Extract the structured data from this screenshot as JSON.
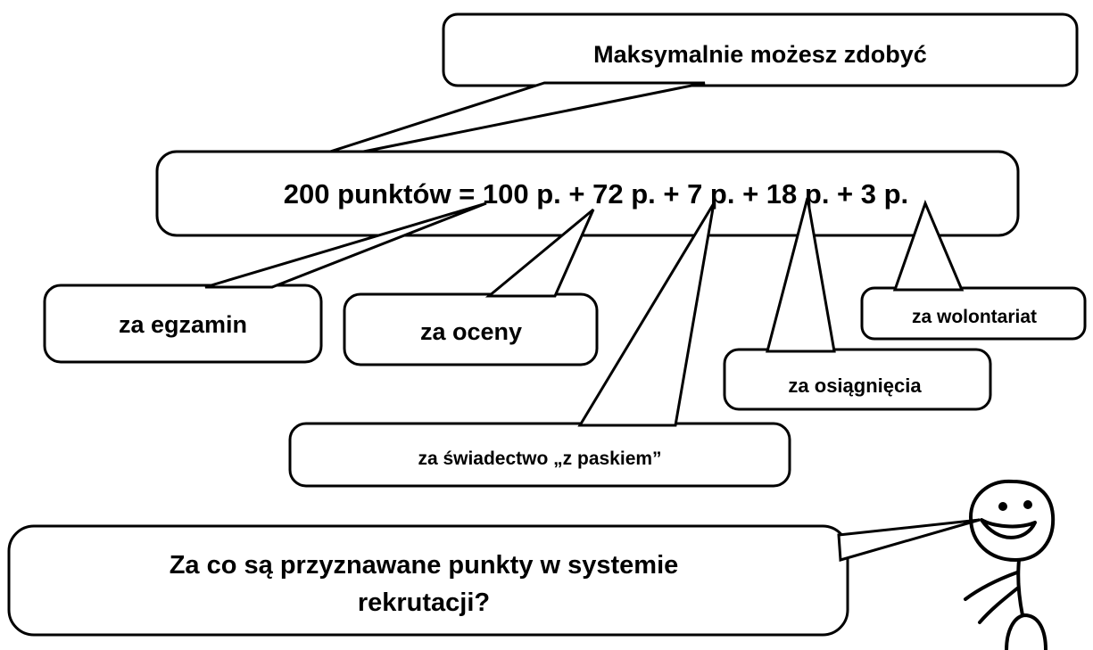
{
  "top_bubble": {
    "text": "Maksymalnie możesz zdobyć"
  },
  "formula": {
    "text": "200 punktów = 100 p. + 72 p. + 7 p. + 18 p. + 3 p."
  },
  "labels": {
    "exam": "za egzamin",
    "grades": "za oceny",
    "diploma": "za świadectwo „z paskiem”",
    "achievements": "za osiągnięcia",
    "volunteering": "za wolontariat"
  },
  "question": {
    "line1": "Za co są przyznawane punkty w systemie",
    "line2": "rekrutacji?"
  },
  "colors": {
    "stroke": "#000000",
    "fill": "#ffffff",
    "text": "#000000"
  }
}
